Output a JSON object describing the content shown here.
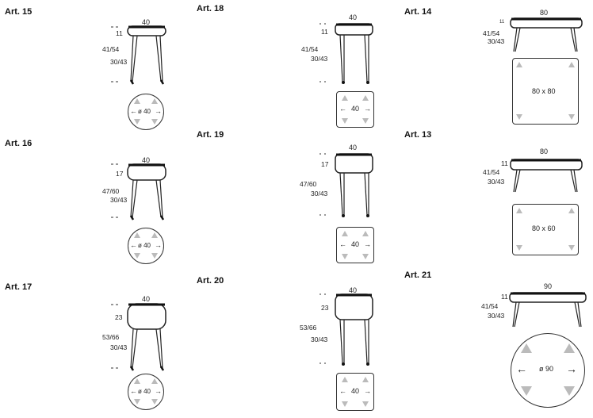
{
  "articles": [
    {
      "id": "art15",
      "label": "Art. 15",
      "width": "40",
      "cushion": "11",
      "sit": "41/54",
      "leg": "30/43",
      "plan": "ø 40"
    },
    {
      "id": "art18",
      "label": "Art. 18",
      "width": "40",
      "cushion": "11",
      "sit": "41/54",
      "leg": "30/43",
      "plan": "40"
    },
    {
      "id": "art14",
      "label": "Art. 14",
      "width": "80",
      "cushion": "11",
      "sit": "41/54",
      "leg": "30/43",
      "plan": "80 x 80"
    },
    {
      "id": "art16",
      "label": "Art. 16",
      "width": "40",
      "cushion": "17",
      "sit": "47/60",
      "leg": "30/43",
      "plan": "ø 40"
    },
    {
      "id": "art19",
      "label": "Art. 19",
      "width": "40",
      "cushion": "17",
      "sit": "47/60",
      "leg": "30/43",
      "plan": "40"
    },
    {
      "id": "art13",
      "label": "Art. 13",
      "width": "80",
      "cushion": "11",
      "sit": "41/54",
      "leg": "30/43",
      "plan": "80 x 60"
    },
    {
      "id": "art17",
      "label": "Art. 17",
      "width": "40",
      "cushion": "23",
      "sit": "53/66",
      "leg": "30/43",
      "plan": "ø 40"
    },
    {
      "id": "art20",
      "label": "Art. 20",
      "width": "40",
      "cushion": "23",
      "sit": "53/66",
      "leg": "30/43",
      "plan": "40"
    },
    {
      "id": "art21",
      "label": "Art. 21",
      "width": "90",
      "cushion": "11",
      "sit": "41/54",
      "leg": "30/43",
      "plan": "ø 90"
    }
  ]
}
